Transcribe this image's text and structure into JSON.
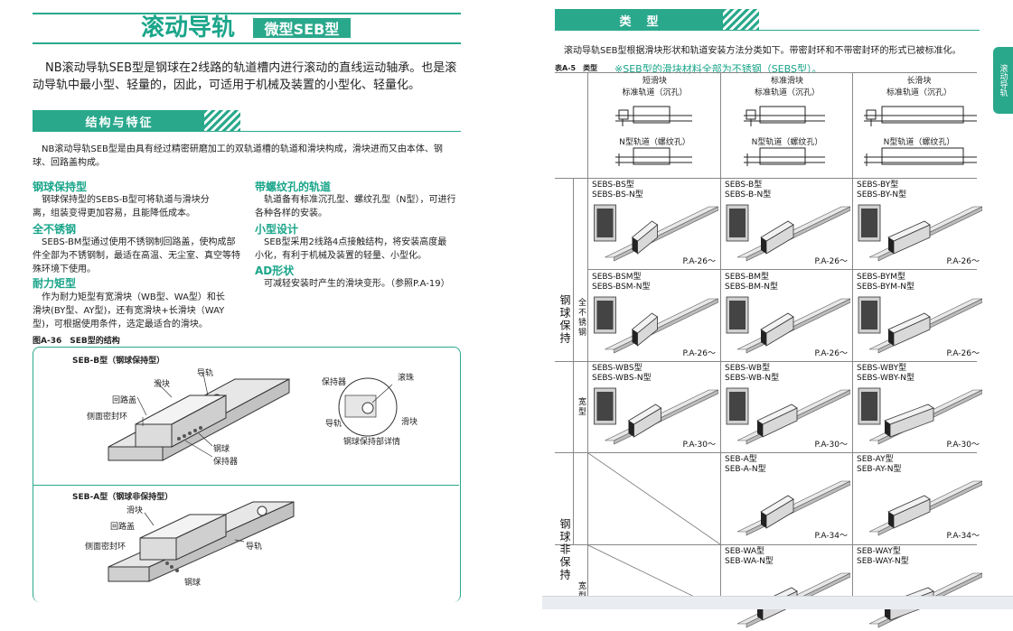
{
  "left": {
    "title": "滚动导轨",
    "subtitle": "微型SEB型",
    "intro": [
      "NB滚动导轨SEB型是钢球在2线路的轨道槽内进行滚动的直线运动轴承。也是滚",
      "动导轨中最小型、轻量的，因此，可适用于机械及装置的小型化、轻量化。"
    ],
    "section1": "结构与特征",
    "desc": [
      "NB滚动导轨SEB型是由具有经过精密研磨加工的双轨道槽的轨道和滑块构成，滑块进而又由本体、钢",
      "球、回路盖构成。"
    ],
    "features_left": [
      {
        "title": "钢球保持型",
        "lines": [
          "　钢球保持型的SEBS-B型可将轨道与滑块分",
          "离，组装变得更加容易，且能降低成本。"
        ]
      },
      {
        "title": "全不锈钢",
        "lines": [
          "　SEBS-BM型通过使用不锈钢制回路盖，使构成部",
          "件全部为不锈钢制，最适在高温、无尘室、真空等特",
          "殊环境下使用。"
        ]
      },
      {
        "title": "耐力矩型",
        "lines": [
          "　作为耐力矩型有宽滑块（WB型、WA型）和长",
          "滑块(BY型、AY型)，还有宽滑块+长滑块（WAY",
          "型)，可根据使用条件，选定最适合的滑块。"
        ]
      }
    ],
    "features_right": [
      {
        "title": "带螺纹孔的轨道",
        "lines": [
          "　轨道备有标准沉孔型、螺纹孔型（N型），可进行",
          "各种各样的安装。"
        ]
      },
      {
        "title": "小型设计",
        "lines": [
          "　SEB型采用2线路4点接触结构，将安装高度最",
          "小化，有利于机械及装置的轻量、小型化。"
        ]
      },
      {
        "title": "AD形状",
        "lines": [
          "　可减轻安装时产生的滑块变形。（参照P.A-19）"
        ]
      }
    ],
    "fig_caption": "图A-36　SEB型的结构",
    "fig1": {
      "title": "SEB-B型（钢球保持型）",
      "labels": {
        "slider": "滑块",
        "rail": "导轨",
        "return_cap": "回路盖",
        "side_seal": "侧面密封环",
        "ball": "钢球",
        "retainer": "保持器"
      },
      "detail": {
        "retainer": "保持器",
        "ball": "滚珠",
        "rail": "导轨",
        "slider": "滑块",
        "caption": "钢球保持部详情"
      }
    },
    "fig2": {
      "title": "SEB-A型（钢球非保持型）",
      "labels": {
        "slider": "滑块",
        "return_cap": "回路盖",
        "side_seal": "侧面密封环",
        "rail": "导轨",
        "ball": "钢球"
      }
    }
  },
  "right": {
    "section": "类　型",
    "intro": "滚动导轨SEB型根据滑块形状和轨道安装方法分类如下。带密封环和不带密封环的形式已被标准化。",
    "table_label": "表A-5　类型",
    "table_note": "※SEB型的滑块材料全部为不锈钢（SEBS型）。",
    "side_tab": "滚动导轨",
    "columns": [
      {
        "name": "短滑块",
        "std": "标准轨道（沉孔）",
        "n": "N型轨道（螺纹孔）"
      },
      {
        "name": "标准滑块",
        "std": "标准轨道（沉孔）",
        "n": "N型轨道（螺纹孔）"
      },
      {
        "name": "长滑块",
        "std": "标准轨道（沉孔）",
        "n": "N型轨道（螺纹孔）"
      }
    ],
    "groups": {
      "retained": "钢球保持",
      "stainless": "全不锈钢",
      "wide": "宽型",
      "nonretained": "钢球非保持",
      "wide2": "宽型"
    },
    "rows": [
      [
        "SEBS-BS型|SEBS-BS-N型|P.A-26～",
        "SEBS-B型|SEBS-B-N型|P.A-26～",
        "SEBS-BY型|SEBS-BY-N型|P.A-26～"
      ],
      [
        "SEBS-BSM型|SEBS-BSM-N型|P.A-26～",
        "SEBS-BM型|SEBS-BM-N型|P.A-26～",
        "SEBS-BYM型|SEBS-BYM-N型|P.A-26～"
      ],
      [
        "SEBS-WBS型|SEBS-WBS-N型|P.A-30～",
        "SEBS-WB型|SEBS-WB-N型|P.A-30～",
        "SEBS-WBY型|SEBS-WBY-N型|P.A-30～"
      ],
      [
        "",
        "SEB-A型|SEB-A-N型|P.A-34～",
        "SEB-AY型|SEB-AY-N型|P.A-34～"
      ],
      [
        "",
        "SEB-WA型|SEB-WA-N型|",
        "SEB-WAY型|SEB-WAY-N型|"
      ]
    ]
  }
}
